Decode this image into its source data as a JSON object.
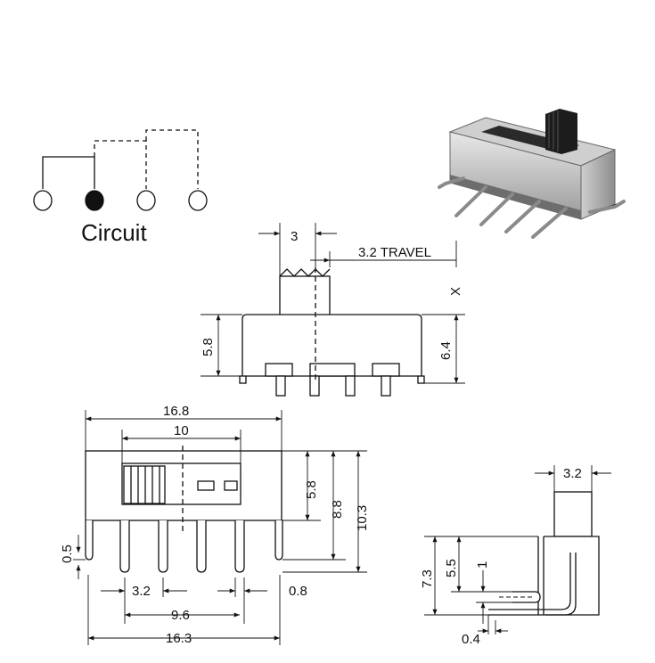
{
  "circuit": {
    "label": "Circuit"
  },
  "side_view": {
    "stem_width": "3",
    "travel": "3.2 TRAVEL",
    "x_label": "X",
    "body_height_left": "5.8",
    "body_height_right": "6.4"
  },
  "front_view": {
    "overall_width": "16.8",
    "window_width": "10",
    "height_a": "5.8",
    "height_b": "8.8",
    "height_c": "10.3",
    "pin_thickness": "0.5",
    "pin_pitch": "3.2",
    "pin_width": "0.8",
    "outer_pin_span": "9.6",
    "pin_row_width": "16.3"
  },
  "right_view": {
    "actuator_width": "3.2",
    "height_total": "7.3",
    "height_mid": "5.5",
    "tab": "1",
    "pin_thickness": "0.4"
  },
  "colors": {
    "line": "#111111",
    "body_light": "#d9d9d9",
    "body_dark": "#7a7a7a"
  }
}
